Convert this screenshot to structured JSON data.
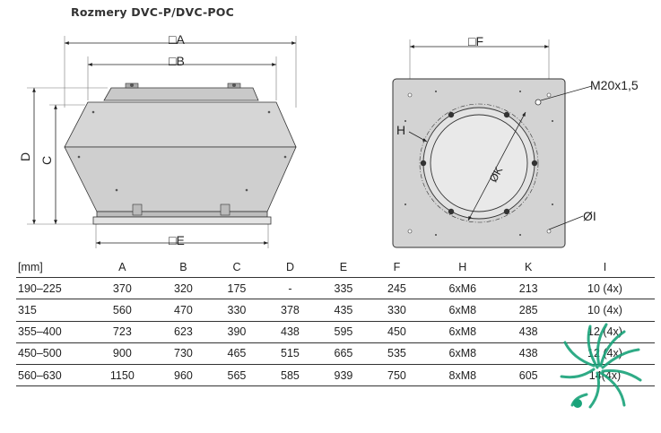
{
  "title": "Rozmery DVC-P/DVC-POC",
  "drawing_labels": {
    "A": "□A",
    "B": "□B",
    "C": "C",
    "D": "D",
    "E": "□E",
    "F": "□F",
    "H": "H",
    "K": "ØK",
    "I": "ØI",
    "thread": "M20x1,5"
  },
  "table": {
    "headers": [
      "[mm]",
      "A",
      "B",
      "C",
      "D",
      "E",
      "F",
      "H",
      "K",
      "I"
    ],
    "rows": [
      [
        "190–225",
        "370",
        "320",
        "175",
        "-",
        "335",
        "245",
        "6xM6",
        "213",
        "10 (4x)"
      ],
      [
        "315",
        "560",
        "470",
        "330",
        "378",
        "435",
        "330",
        "6xM8",
        "285",
        "10 (4x)"
      ],
      [
        "355–400",
        "723",
        "623",
        "390",
        "438",
        "595",
        "450",
        "6xM8",
        "438",
        "12 (4x)"
      ],
      [
        "450–500",
        "900",
        "730",
        "465",
        "515",
        "665",
        "535",
        "6xM8",
        "438",
        "12 (4x)"
      ],
      [
        "560–630",
        "1150",
        "960",
        "565",
        "585",
        "939",
        "750",
        "8xM8",
        "605",
        "14(4x)"
      ]
    ]
  },
  "colors": {
    "housing": "#d6d6d6",
    "housing_dark": "#b8b8b8",
    "lines": "#222222",
    "logo": "#19a37a"
  },
  "icons": {
    "logo": "ventilation-logo-icon"
  }
}
